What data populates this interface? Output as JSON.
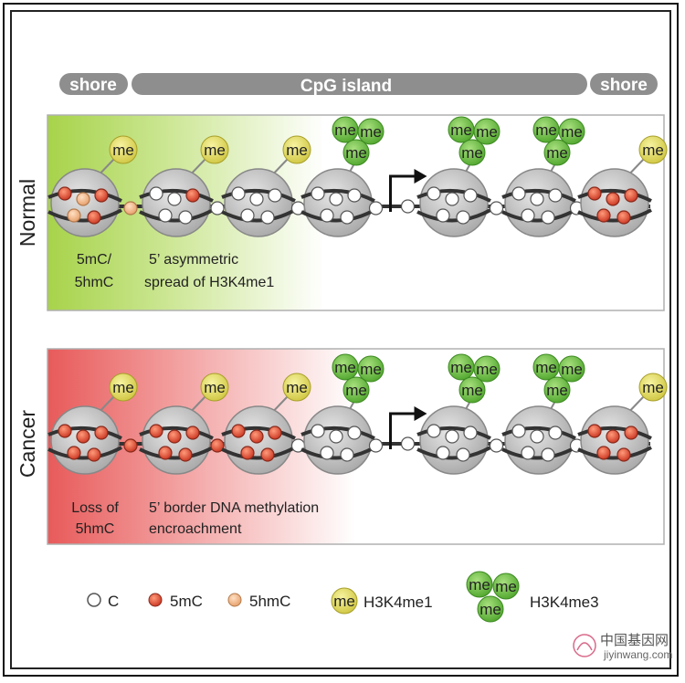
{
  "region_bar": {
    "left_label": "shore",
    "center_label": "CpG island",
    "right_label": "shore"
  },
  "panels": {
    "normal": {
      "side_label": "Normal",
      "note_left_line1": "5mC/",
      "note_left_line2": "5hmC",
      "note_right_line1": "5’ asymmetric",
      "note_right_line2": "spread of H3K4me1"
    },
    "cancer": {
      "side_label": "Cancer",
      "note_left_line1": "Loss of",
      "note_left_line2": "5hmC",
      "note_right_line1": "5’ border DNA methylation",
      "note_right_line2": "encroachment"
    }
  },
  "me_label": "me",
  "legend": {
    "c": "C",
    "mc": "5mC",
    "hmc": "5hmC",
    "me1_label": "H3K4me1",
    "me3_label": "H3K4me3"
  },
  "watermark": {
    "cn": "中国基因网",
    "en": "jiyinwang.com"
  },
  "colors": {
    "normal_gradient_start": "#a7d34a",
    "cancer_gradient_start": "#e85a5a",
    "nucleosome": "#c4c4c4",
    "pill": "#8e8e8e",
    "me1_yellow": "#e8e36a",
    "me3_green": "#6cc24a",
    "mc_red": "#d94a3a",
    "hmc_orange": "#f2b98a"
  }
}
